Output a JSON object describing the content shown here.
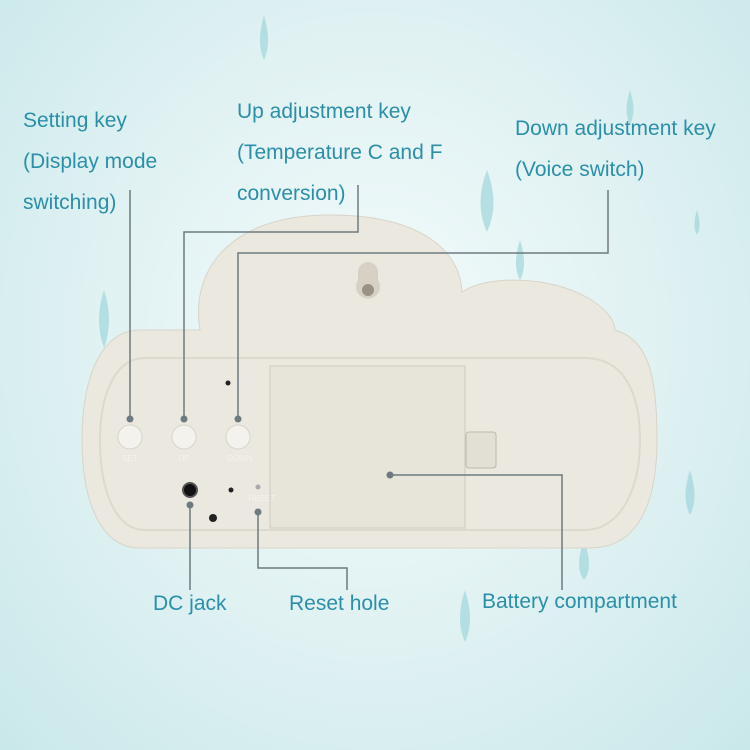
{
  "annotations": {
    "setting_key": [
      "Setting key",
      "(Display mode",
      "switching)"
    ],
    "up_key": [
      "Up adjustment key",
      "(Temperature C and F",
      "conversion)"
    ],
    "down_key": [
      "Down adjustment key",
      "(Voice switch)"
    ],
    "dc_jack": "DC jack",
    "reset_hole": "Reset hole",
    "battery": "Battery compartment"
  },
  "device_labels": {
    "set": "SET",
    "up": "UP",
    "down": "DOWN",
    "reset": "RESET"
  },
  "colors": {
    "label_text": "#2a8fa8",
    "leader_line": "#6d7a80",
    "device_body": "#ebe8df"
  }
}
